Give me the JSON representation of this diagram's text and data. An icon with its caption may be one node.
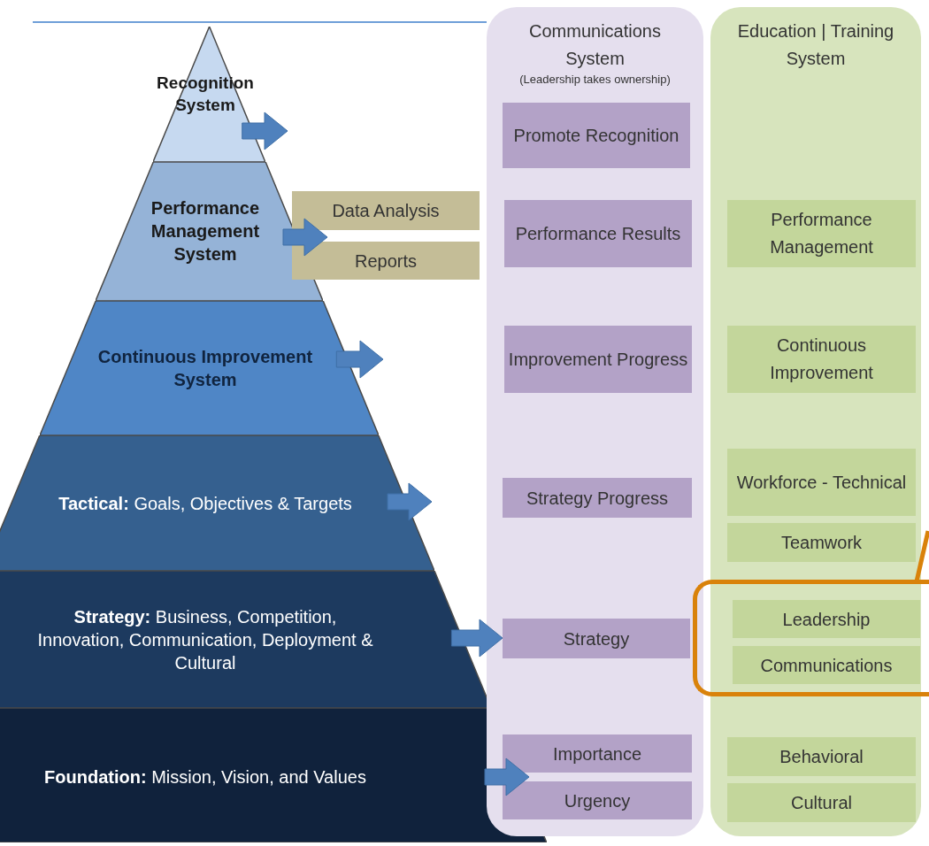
{
  "diagram": {
    "nodes": [
      {
        "text": [
          "Recognition System"
        ]
      },
      {
        "text": [
          "Performance Management System"
        ]
      },
      {
        "text": [
          "Continuous Improvement System"
        ]
      },
      {
        "text": [
          "**Tactical:**  Goals, Objectives & Targets"
        ]
      },
      {
        "text": [
          "**Strategy:** Business, Competition, Innovation, Communication, Deployment & Cultural"
        ]
      },
      {
        "text": [
          "**Foundation:** Mission, Vision, and Values"
        ]
      },
      {
        "text": [
          "Data Analysis"
        ]
      },
      {
        "text": [
          "Reports"
        ]
      },
      {
        "text": [
          "Communications System",
          "(Leadership takes ownership)"
        ]
      },
      {
        "text": [
          "Promote Recognition"
        ],
        "in": 8
      },
      {
        "text": [
          "Performance Results"
        ],
        "in": 8
      },
      {
        "text": [
          "Improvement Progress"
        ],
        "in": 8
      },
      {
        "text": [
          "Strategy Progress"
        ],
        "in": 8
      },
      {
        "text": [
          "Strategy"
        ],
        "in": 8
      },
      {
        "text": [
          "Importance"
        ],
        "in": 8
      },
      {
        "text": [
          "Urgency"
        ],
        "in": 8
      },
      {
        "text": [
          "Education |  Training System"
        ]
      },
      {
        "text": [
          "Performance Management"
        ],
        "in": 16
      },
      {
        "text": [
          "Continuous Improvement"
        ],
        "in": 16
      },
      {
        "text": [
          "Workforce - Technical"
        ],
        "in": 16
      },
      {
        "text": [
          "Teamwork"
        ],
        "in": 16
      },
      {
        "text": [],
        "shape": "box"
      },
      {
        "text": [
          "Leadership"
        ],
        "in": 21
      },
      {
        "text": [
          "Communications"
        ],
        "in": 21
      },
      {
        "text": [
          "Behavioral"
        ],
        "in": 16
      },
      {
        "text": [
          "Cultural"
        ],
        "in": 16
      }
    ],
    "edges": [
      {
        "from": 0,
        "to": null,
        "arrow": "to",
        "style": "thick"
      },
      {
        "from": 1,
        "to": 6,
        "arrow": "to",
        "style": "thick"
      },
      {
        "from": 1,
        "to": 7,
        "arrow": "to",
        "style": "thick"
      },
      {
        "from": 2,
        "to": null,
        "arrow": "to",
        "style": "thick"
      },
      {
        "from": 3,
        "to": null,
        "arrow": "to",
        "style": "thick"
      },
      {
        "from": 4,
        "to": 13,
        "arrow": "to",
        "style": "thick"
      },
      {
        "from": 5,
        "to": 14,
        "arrow": "to",
        "style": "thick"
      },
      {
        "from": 5,
        "to": 15,
        "arrow": "to",
        "style": "thick"
      },
      {
        "from": 21,
        "to": null,
        "arrow": "none",
        "color": "#d9820a"
      }
    ]
  }
}
